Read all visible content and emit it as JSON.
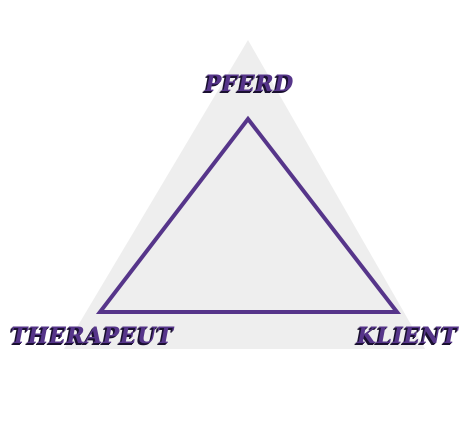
{
  "nodes": {
    "top": "PFERD",
    "left": "THERAPEUT",
    "right": "KLIENT"
  },
  "colors": {
    "background_triangle": "#eeeeee",
    "outline": "#56358a",
    "label_fill": "#56358a",
    "label_shadow": "#1a1030"
  }
}
